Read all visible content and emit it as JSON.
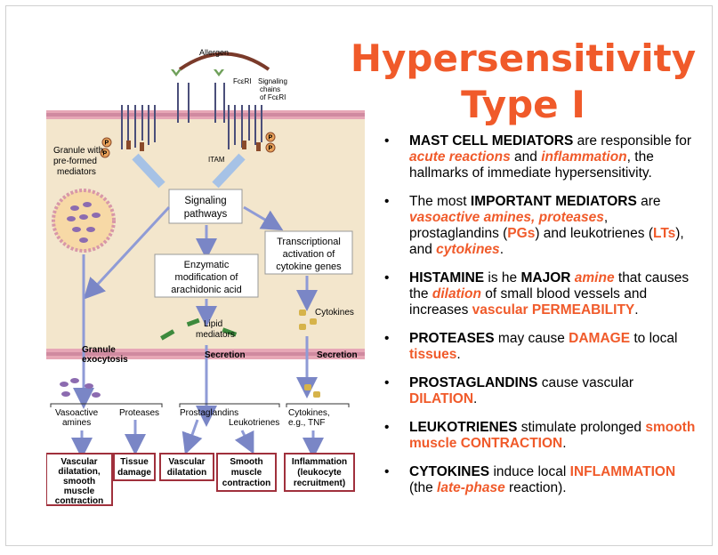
{
  "title": {
    "line1": "Hypersensitivity",
    "line2": "Type I"
  },
  "diagram": {
    "allergen": "Allergen",
    "fceri": "FcεRI",
    "signaling_chains": [
      "Signaling",
      "chains",
      "of FcεRI"
    ],
    "granule": [
      "Granule with",
      "pre-formed",
      "mediators"
    ],
    "itam": "ITAM",
    "p": "P",
    "signaling_pathways": [
      "Signaling",
      "pathways"
    ],
    "enzymatic": [
      "Enzymatic",
      "modification of",
      "arachidonic acid"
    ],
    "transcriptional": [
      "Transcriptional",
      "activation of",
      "cytokine genes"
    ],
    "lipid_mediators": [
      "Lipid",
      "mediators"
    ],
    "cytokines": "Cytokines",
    "granule_exocytosis": [
      "Granule",
      "exocytosis"
    ],
    "secretion": "Secretion",
    "vasoactive_amines": [
      "Vasoactive",
      "amines"
    ],
    "proteases": "Proteases",
    "prostaglandins": "Prostaglandins",
    "leukotrienes": "Leukotrienes",
    "cytokines_tnf": [
      "Cytokines,",
      "e.g., TNF"
    ],
    "vascular_dilatation_smooth": [
      "Vascular",
      "dilatation,",
      "smooth",
      "muscle",
      "contraction"
    ],
    "tissue_damage": [
      "Tissue",
      "damage"
    ],
    "vascular_dilatation": [
      "Vascular",
      "dilatation"
    ],
    "smooth_muscle": [
      "Smooth",
      "muscle",
      "contraction"
    ],
    "inflammation": [
      "Inflammation",
      "(leukocyte",
      "recruitment)"
    ]
  },
  "bullets": [
    [
      {
        "t": "MAST CELL MEDIATORS",
        "s": "b"
      },
      {
        "t": " are responsible for ",
        "s": ""
      },
      {
        "t": "acute reactions",
        "s": "hli"
      },
      {
        "t": " and ",
        "s": ""
      },
      {
        "t": "inflammation",
        "s": "hli"
      },
      {
        "t": ", the hallmarks of immediate hypersensitivity.",
        "s": ""
      }
    ],
    [
      {
        "t": "The most ",
        "s": ""
      },
      {
        "t": "IMPORTANT MEDIATORS",
        "s": "b"
      },
      {
        "t": " are ",
        "s": ""
      },
      {
        "t": "vasoactive amines, proteases",
        "s": "hli"
      },
      {
        "t": ", prostaglandins (",
        "s": ""
      },
      {
        "t": "PGs",
        "s": "hl"
      },
      {
        "t": ") and leukotrienes (",
        "s": ""
      },
      {
        "t": "LTs",
        "s": "hl"
      },
      {
        "t": "), and ",
        "s": ""
      },
      {
        "t": "cytokines",
        "s": "hli"
      },
      {
        "t": ".",
        "s": ""
      }
    ],
    [
      {
        "t": "HISTAMINE",
        "s": "b"
      },
      {
        "t": " is he ",
        "s": ""
      },
      {
        "t": "MAJOR",
        "s": "b"
      },
      {
        "t": " ",
        "s": ""
      },
      {
        "t": "amine",
        "s": "hli"
      },
      {
        "t": " that causes the ",
        "s": ""
      },
      {
        "t": "dilation",
        "s": "hli"
      },
      {
        "t": " of small blood vessels and increases ",
        "s": ""
      },
      {
        "t": "vascular PERMEABILITY",
        "s": "hl"
      },
      {
        "t": ".",
        "s": ""
      }
    ],
    [
      {
        "t": "PROTEASES",
        "s": "b"
      },
      {
        "t": " may cause ",
        "s": ""
      },
      {
        "t": "DAMAGE",
        "s": "hl"
      },
      {
        "t": " to local ",
        "s": ""
      },
      {
        "t": "tissues",
        "s": "hl"
      },
      {
        "t": ".",
        "s": ""
      }
    ],
    [
      {
        "t": "PROSTAGLANDINS",
        "s": "b"
      },
      {
        "t": " cause vascular ",
        "s": ""
      },
      {
        "t": "DILATION",
        "s": "hl"
      },
      {
        "t": ".",
        "s": ""
      }
    ],
    [
      {
        "t": "LEUKOTRIENES",
        "s": "b"
      },
      {
        "t": " stimulate prolonged ",
        "s": ""
      },
      {
        "t": "smooth muscle CONTRACTION",
        "s": "hl"
      },
      {
        "t": ".",
        "s": ""
      }
    ],
    [
      {
        "t": "CYTOKINES",
        "s": "b"
      },
      {
        "t": " induce local ",
        "s": ""
      },
      {
        "t": "INFLAMMATION",
        "s": "hl"
      },
      {
        "t": " (the ",
        "s": ""
      },
      {
        "t": "late-phase",
        "s": "hli"
      },
      {
        "t": " reaction).",
        "s": ""
      }
    ]
  ],
  "bullet_char": "•",
  "colors": {
    "accent": "#f05a2a",
    "membrane": "#e6cfa3",
    "arrow": "#8f9bd6",
    "box_border": "#a0303c"
  }
}
